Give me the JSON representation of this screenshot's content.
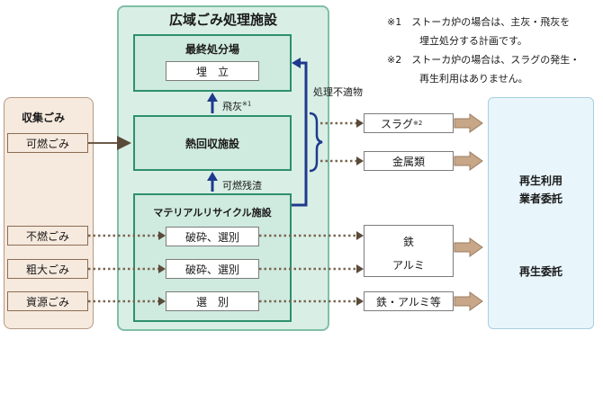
{
  "facility_title": "広域ごみ処理施設",
  "notes": [
    "※1　ストーカ炉の場合は、主灰・飛灰を",
    "埋立処分する計画です。",
    "※2　ストーカ炉の場合は、スラグの発生・",
    "再生利用はありません。"
  ],
  "collection": {
    "title": "収集ごみ",
    "items": [
      "可燃ごみ",
      "不燃ごみ",
      "粗大ごみ",
      "資源ごみ"
    ]
  },
  "final_disposal": {
    "title": "最終処分場",
    "box": "埋　立"
  },
  "heat_recovery": {
    "title": "熱回収施設"
  },
  "material_recycle": {
    "title": "マテリアルリサイクル施設",
    "processes": [
      "破砕、選別",
      "破砕、選別",
      "選　別"
    ]
  },
  "labels": {
    "fly_ash": "飛灰",
    "fly_ash_mark": "※1",
    "combustible_residue": "可燃残渣",
    "unsuitable": "処理不適物"
  },
  "outputs": {
    "slag": "スラグ",
    "slag_mark": "※2",
    "metals": "金属類",
    "iron": "鉄",
    "aluminum": "アルミ",
    "iron_aluminum": "鉄・アルミ等"
  },
  "recycle": {
    "line1": "再生利用",
    "line2": "業者委託",
    "line3": "再生委託"
  },
  "colors": {
    "arrow_navy": "#1f3a8c",
    "arrow_tan": "#c8a789",
    "dotted": "#7a6650",
    "facility_border": "#2f8f6f"
  }
}
